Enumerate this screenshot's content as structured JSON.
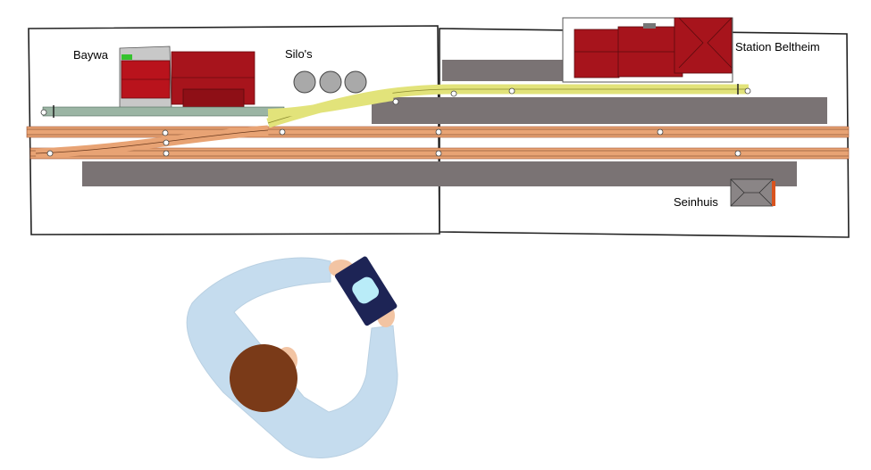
{
  "labels": {
    "baywa": "Baywa",
    "silos": "Silo's",
    "station": "Station Beltheim",
    "seinhuis": "Seinhuis"
  },
  "colors": {
    "track_main": "#e8a374",
    "track_siding": "#9bb5a4",
    "track_station": "#e2e37a",
    "platform": "#7a7374",
    "building_red": "#a7141c",
    "building_dark_red": "#8e0f16",
    "building_grey": "#c8c8c8",
    "silo_grey": "#a9a9a9",
    "operator_sleeve": "#c5dcee",
    "operator_hair": "#7a3a18",
    "operator_skin": "#f2c4a3",
    "controller": "#1d2455",
    "controller_screen": "#b9ecf8",
    "signal_orange": "#d9531e"
  },
  "icons": {
    "operator": "person-top-view-icon",
    "controller": "handheld-controller-icon"
  }
}
